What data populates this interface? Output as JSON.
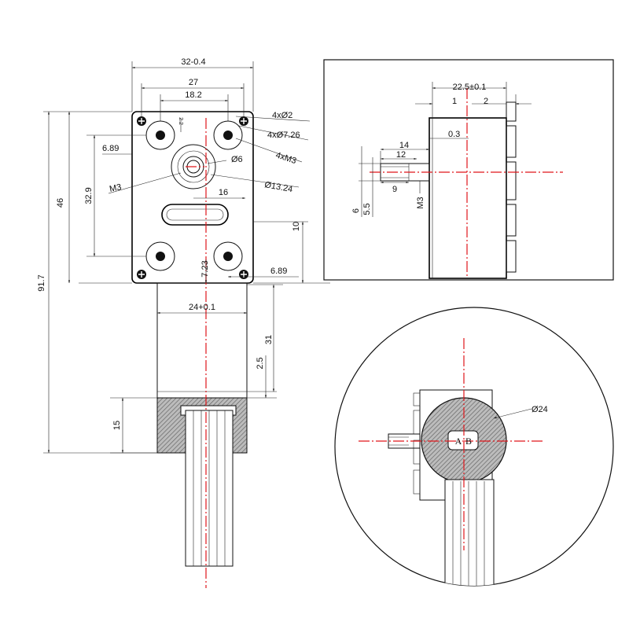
{
  "front_view": {
    "dimensions": {
      "overall_width": "32-0.4",
      "hole_spacing": "27",
      "inner_width": "18.2",
      "small_offset": "2.2",
      "mount_holes_small": "4xØ2",
      "mount_holes_large": "4xØ7.26",
      "mount_threads": "4xM3",
      "left_offset": "6.89",
      "shaft_dia": "Ø6",
      "thread": "M3",
      "vertical_spacing": "32.9",
      "bore_dia": "Ø13.24",
      "slot_length": "16",
      "total_height": "46",
      "overall_length": "91.7",
      "bottom_offset_h": "10",
      "bottom_offset_v": "7.23",
      "right_offset": "6.89",
      "motor_dia": "24+0.1",
      "motor_length": "31",
      "gap": "2.5",
      "connector_height": "15"
    }
  },
  "side_view": {
    "dimensions": {
      "depth": "22.5±0.1",
      "offset_1": "1",
      "offset_2": "2",
      "shaft_extension": "0.3",
      "shaft_length": "14",
      "shaft_mid": "12",
      "shaft_flat": "9",
      "shaft_height_a": "6",
      "shaft_height_b": "5.5",
      "shaft_thread": "M3"
    }
  },
  "detail_view": {
    "dimensions": {
      "body_dia": "Ø24"
    },
    "labels": {
      "pin_a": "A",
      "pin_b": "B"
    }
  },
  "colors": {
    "line": "#111111",
    "centerline": "#e0161b",
    "hatch": "#777777",
    "background": "#ffffff"
  }
}
